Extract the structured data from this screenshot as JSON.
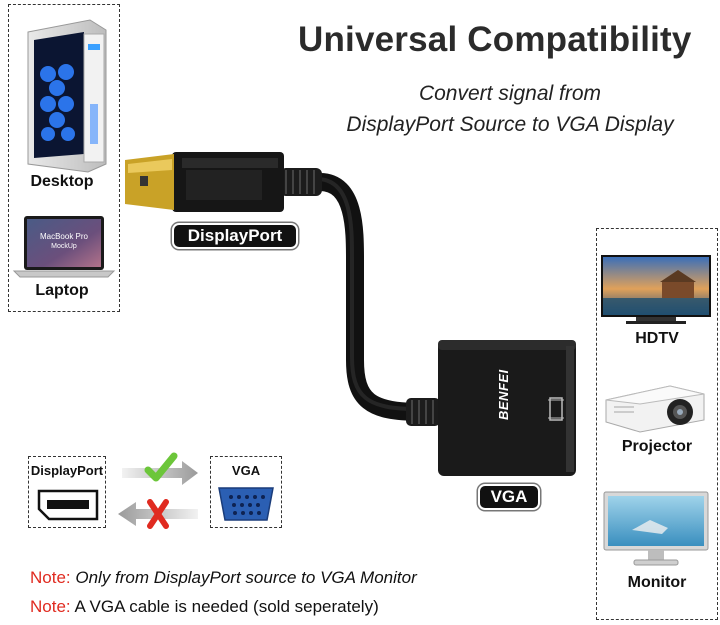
{
  "header": {
    "title": "Universal Compatibility",
    "subtitle_line1": "Convert signal from",
    "subtitle_line2": "DisplayPort Source to VGA Display"
  },
  "sources": [
    {
      "label": "Desktop",
      "icon": "desktop-tower-icon"
    },
    {
      "label": "Laptop",
      "icon": "laptop-icon",
      "screen_text_1": "MacBook Pro",
      "screen_text_2": "MockUp"
    }
  ],
  "displays": [
    {
      "label": "HDTV",
      "icon": "tv-icon"
    },
    {
      "label": "Projector",
      "icon": "projector-icon"
    },
    {
      "label": "Monitor",
      "icon": "monitor-icon"
    }
  ],
  "connectors": {
    "input_label": "DisplayPort",
    "output_label": "VGA",
    "brand": "BENFEI"
  },
  "direction_diagram": {
    "left_label": "DisplayPort",
    "right_label": "VGA",
    "forward": "check",
    "reverse": "cross"
  },
  "notes": [
    {
      "prefix": "Note:",
      "text": "Only from DisplayPort source to VGA Monitor",
      "italic": true
    },
    {
      "prefix": "Note:",
      "text": "A VGA cable is needed (sold seperately)",
      "italic": false
    }
  ],
  "colors": {
    "note_prefix": "#e02b20",
    "check": "#6cc63a",
    "cross": "#e02b20",
    "vga_port": "#2b5fb3"
  }
}
